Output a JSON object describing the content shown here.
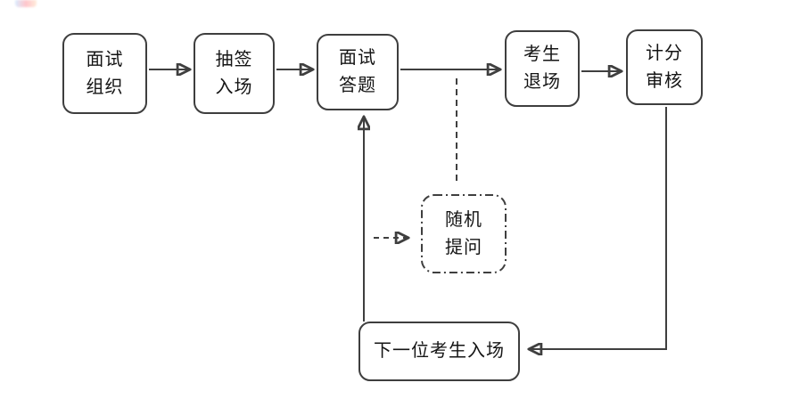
{
  "diagram": {
    "type": "flowchart",
    "nodes": [
      {
        "id": "organize",
        "label": "面试\n组织",
        "shape": "rounded-rect",
        "border": "solid"
      },
      {
        "id": "draw",
        "label": "抽签\n入场",
        "shape": "rounded-rect",
        "border": "solid"
      },
      {
        "id": "answer",
        "label": "面试\n答题",
        "shape": "rounded-rect",
        "border": "solid"
      },
      {
        "id": "exit",
        "label": "考生\n退场",
        "shape": "rounded-rect",
        "border": "solid"
      },
      {
        "id": "score",
        "label": "计分\n审核",
        "shape": "rounded-rect",
        "border": "solid"
      },
      {
        "id": "random",
        "label": "随机\n提问",
        "shape": "rounded-rect",
        "border": "dash-dot"
      },
      {
        "id": "next",
        "label": "下一位考生入场",
        "shape": "rounded-rect",
        "border": "solid"
      }
    ],
    "edges": [
      {
        "from": "organize",
        "to": "draw",
        "style": "solid",
        "arrow": true
      },
      {
        "from": "draw",
        "to": "answer",
        "style": "solid",
        "arrow": true
      },
      {
        "from": "answer",
        "to": "exit",
        "style": "solid",
        "arrow": true
      },
      {
        "from": "exit",
        "to": "score",
        "style": "solid",
        "arrow": true
      },
      {
        "from": "score",
        "to": "next",
        "style": "solid",
        "arrow": true,
        "route": "down-then-left"
      },
      {
        "from": "next",
        "to": "answer",
        "style": "solid",
        "arrow": true,
        "route": "up"
      },
      {
        "from": "answer-exit-line",
        "to": "random",
        "style": "dashed",
        "arrow": false,
        "route": "down"
      },
      {
        "from": "next-answer-line",
        "to": "random",
        "style": "dashed",
        "arrow": true,
        "route": "right"
      }
    ]
  },
  "colors": {
    "line": "#3f3f3f",
    "text": "#141414",
    "background": "#ffffff",
    "watermark_fragment": "#f4a9b0"
  }
}
